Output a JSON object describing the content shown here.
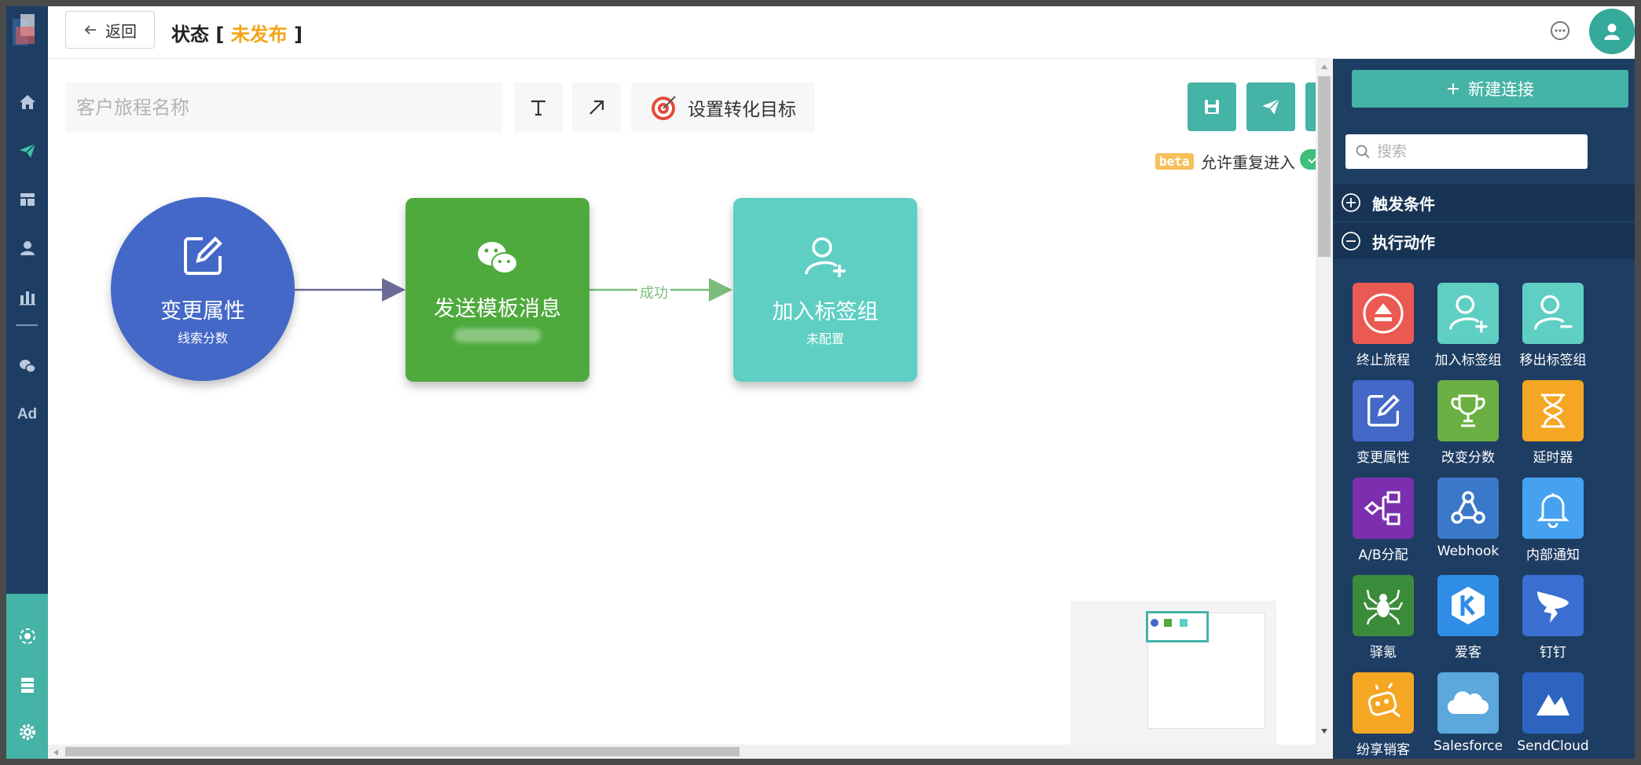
{
  "topbar": {
    "back_label": "返回",
    "status_prefix": "状态 [",
    "status_value": "未发布",
    "status_suffix": "]"
  },
  "canvas": {
    "journey_name_placeholder": "客户旅程名称",
    "goal_button_label": "设置转化目标",
    "beta_label": "beta",
    "repeat_entry_label": "允许重复进入",
    "repeat_entry_enabled": true
  },
  "flow": {
    "nodes": [
      {
        "title": "变更属性",
        "subtitle": "线索分数",
        "color": "#4468c7"
      },
      {
        "title": "发送模板消息",
        "subtitle": "",
        "color": "#4eaa3d"
      },
      {
        "title": "加入标签组",
        "subtitle": "未配置",
        "color": "#5fcfc4"
      }
    ],
    "edges": [
      {
        "from": 0,
        "to": 1,
        "label": ""
      },
      {
        "from": 1,
        "to": 2,
        "label": "成功"
      }
    ]
  },
  "panel": {
    "new_connection_label": "新建连接",
    "search_placeholder": "搜索",
    "sections": [
      {
        "label": "触发条件",
        "expanded": false
      },
      {
        "label": "执行动作",
        "expanded": true
      }
    ],
    "actions": [
      {
        "label": "终止旅程",
        "color": "#ea5a52",
        "icon": "eject-icon"
      },
      {
        "label": "加入标签组",
        "color": "#5fcfc4",
        "icon": "user-add-icon"
      },
      {
        "label": "移出标签组",
        "color": "#5fcfc4",
        "icon": "user-remove-icon"
      },
      {
        "label": "变更属性",
        "color": "#4468c7",
        "icon": "edit-icon"
      },
      {
        "label": "改变分数",
        "color": "#6bb043",
        "icon": "trophy-icon"
      },
      {
        "label": "延时器",
        "color": "#f5a623",
        "icon": "hourglass-icon"
      },
      {
        "label": "A/B分配",
        "color": "#7b2fae",
        "icon": "split-icon"
      },
      {
        "label": "Webhook",
        "color": "#3a78c9",
        "icon": "webhook-icon"
      },
      {
        "label": "内部通知",
        "color": "#46a1f0",
        "icon": "bell-icon"
      },
      {
        "label": "驿氪",
        "color": "#3b8c3a",
        "icon": "spider-icon"
      },
      {
        "label": "爱客",
        "color": "#2f8de6",
        "icon": "k-hex-icon"
      },
      {
        "label": "钉钉",
        "color": "#3a6fd1",
        "icon": "dingtalk-icon"
      },
      {
        "label": "纷享销客",
        "color": "#f5a623",
        "icon": "robot-icon"
      },
      {
        "label": "Salesforce",
        "color": "#5aa8dc",
        "icon": "cloud-icon"
      },
      {
        "label": "SendCloud",
        "color": "#2c64c0",
        "icon": "sendcloud-icon"
      }
    ]
  }
}
